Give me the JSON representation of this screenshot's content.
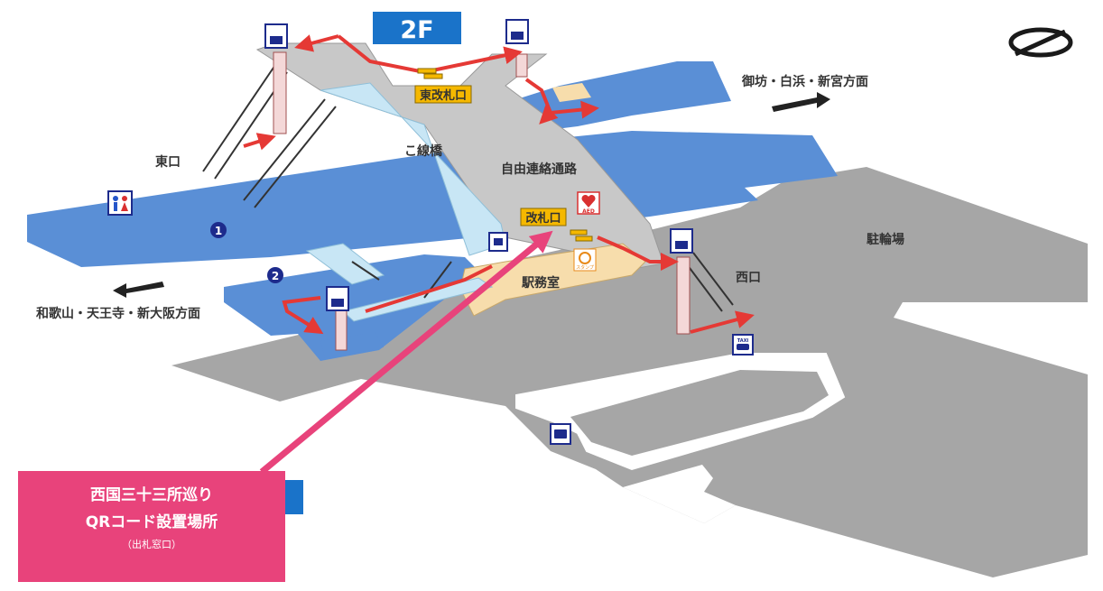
{
  "floor_badge": "2F",
  "labels": {
    "east_gate": "東改札口",
    "main_gate": "改札口",
    "sen_bridge": "こ線橋",
    "free_passage": "自由連絡通路",
    "east_exit": "東口",
    "west_exit": "西口",
    "station_office": "駅務室",
    "bicycle_parking": "駐輪場",
    "dir_east": "御坊・白浜・新宮方面",
    "dir_west": "和歌山・天王寺・新大阪方面",
    "platform_1": "1",
    "platform_2": "2",
    "aed": "AED",
    "stamp": "スタンプ",
    "taxi": "TAXI"
  },
  "callout": {
    "line1": "西国三十三所巡り",
    "line2": "QRコード設置場所",
    "line3": "（出札窓口）"
  },
  "colors": {
    "platform": "#5a8fd6",
    "bridge": "#c8e6f5",
    "concourse": "#c8c8c8",
    "plaza": "#a6a6a6",
    "office": "#f7ddac",
    "route_arrow": "#e53935",
    "callout": "#e8437b",
    "badge": "#1a73c9",
    "gate_label": "#f5b800"
  }
}
